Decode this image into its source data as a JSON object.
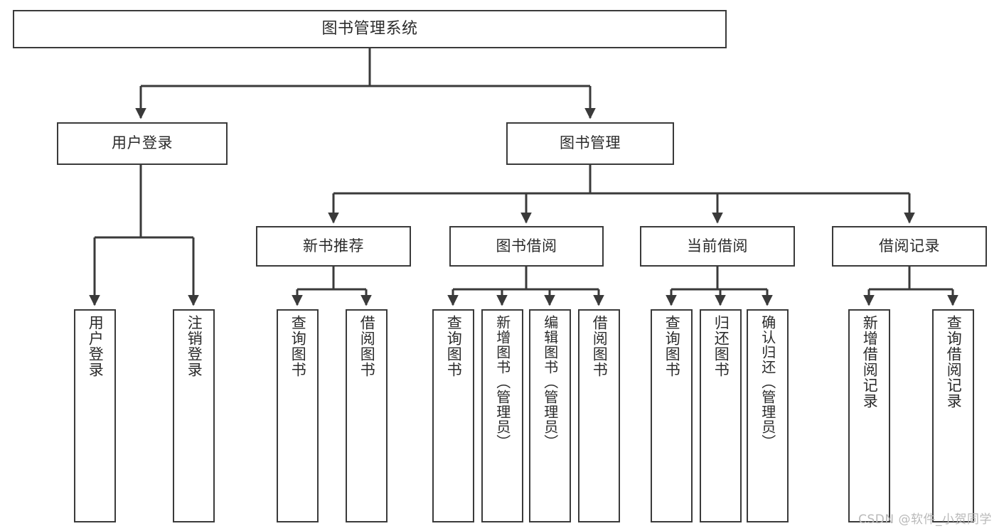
{
  "diagram": {
    "title": "图书管理系统",
    "type": "tree-hierarchy-chart",
    "line_color": "#3a3a3a",
    "box_fill": "#ffffff",
    "text_color": "#2b2b2b"
  },
  "root": {
    "label": "图书管理系统"
  },
  "level2": [
    {
      "label": "用户登录"
    },
    {
      "label": "图书管理"
    }
  ],
  "level3": [
    {
      "label": "新书推荐"
    },
    {
      "label": "图书借阅"
    },
    {
      "label": "当前借阅"
    },
    {
      "label": "借阅记录"
    }
  ],
  "leaves": {
    "user_login": [
      {
        "label": "用户登录"
      },
      {
        "label": "注销登录"
      }
    ],
    "new_book_recommend": [
      {
        "label": "查询图书"
      },
      {
        "label": "借阅图书"
      }
    ],
    "book_borrow": [
      {
        "label": "查询图书"
      },
      {
        "label": "新增图书（管理员）"
      },
      {
        "label": "编辑图书（管理员）"
      },
      {
        "label": "借阅图书"
      }
    ],
    "current_borrow": [
      {
        "label": "查询图书"
      },
      {
        "label": "归还图书"
      },
      {
        "label": "确认归还（管理员）"
      }
    ],
    "borrow_record": [
      {
        "label": "新增借阅记录"
      },
      {
        "label": "查询借阅记录"
      }
    ]
  },
  "watermark": {
    "text": "CSDN @软件_小贺同学"
  }
}
